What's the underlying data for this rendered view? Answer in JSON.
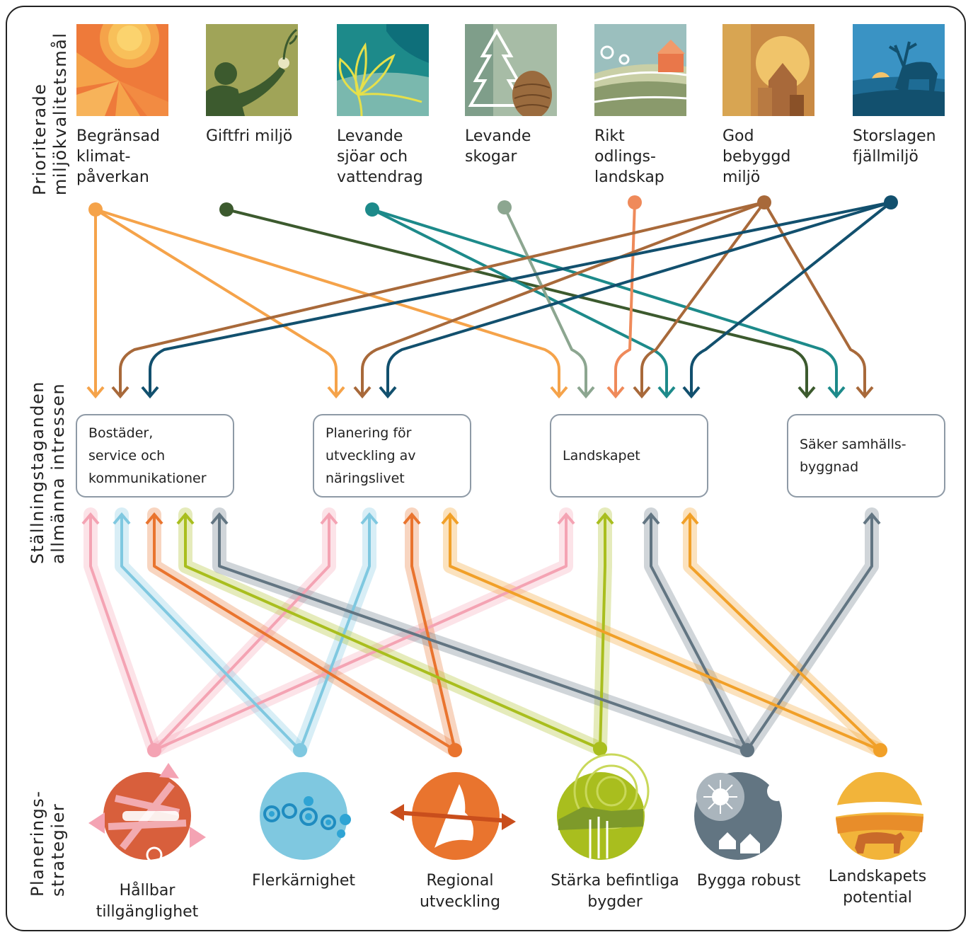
{
  "row_labels": {
    "goals": "Prioriterade\nmiljökvalitetsmål",
    "interests": "Ställningstaganden\nallmänna intressen",
    "strategies": "Planerings-\nstrategier"
  },
  "goals": [
    {
      "id": "klimat",
      "label": "Begränsad\nklimat-\npåverkan",
      "color": "#f5a34a",
      "icon": "sun-icon"
    },
    {
      "id": "giftfri",
      "label": "Giftfri miljö",
      "color": "#3c5a2e",
      "icon": "person-with-plant-icon"
    },
    {
      "id": "vatten",
      "label": "Levande\nsjöar och\nvattendrag",
      "color": "#1d8a8a",
      "icon": "water-lily-icon"
    },
    {
      "id": "skogar",
      "label": "Levande\nskogar",
      "color": "#8ca690",
      "icon": "spruce-cone-icon"
    },
    {
      "id": "odling",
      "label": "Rikt\nodlings-\nlandskap",
      "color": "#ef8a5a",
      "icon": "farm-landscape-icon"
    },
    {
      "id": "bebyggd",
      "label": "God\nbebyggd\nmiljö",
      "color": "#a8693a",
      "icon": "buildings-icon"
    },
    {
      "id": "fjall",
      "label": "Storslagen\nfjällmiljö",
      "color": "#12506e",
      "icon": "reindeer-icon"
    }
  ],
  "interests": [
    {
      "id": "bostader",
      "label": "Bostäder,\nservice och\nkommunikationer"
    },
    {
      "id": "naringsliv",
      "label": "Planering för\nutveckling av\nnäringslivet"
    },
    {
      "id": "landskapet",
      "label": "Landskapet"
    },
    {
      "id": "saker",
      "label": "Säker samhälls-\nbyggnad"
    }
  ],
  "strategies": [
    {
      "id": "hallbar",
      "label": "Hållbar\ntillgänglighet",
      "color": "#f4a3b3",
      "icon": "transport-arrows-icon"
    },
    {
      "id": "flerkarnighet",
      "label": "Flerkärnighet",
      "color": "#7fc8e0",
      "icon": "circles-network-icon"
    },
    {
      "id": "regional",
      "label": "Regional\nutveckling",
      "color": "#e9742e",
      "icon": "region-map-icon"
    },
    {
      "id": "starka",
      "label": "Stärka befintliga\nbygder",
      "color": "#a9be1e",
      "icon": "fields-wheat-icon"
    },
    {
      "id": "robust",
      "label": "Bygga robust",
      "color": "#627582",
      "icon": "robust-houses-icon"
    },
    {
      "id": "landskapets",
      "label": "Landskapets\npotential",
      "color": "#f1a028",
      "icon": "cow-landscape-icon"
    }
  ],
  "goal_links": [
    [
      "klimat",
      "bostader"
    ],
    [
      "klimat",
      "naringsliv"
    ],
    [
      "klimat",
      "landskapet"
    ],
    [
      "giftfri",
      "saker"
    ],
    [
      "vatten",
      "landskapet"
    ],
    [
      "vatten",
      "saker"
    ],
    [
      "skogar",
      "landskapet"
    ],
    [
      "odling",
      "landskapet"
    ],
    [
      "bebyggd",
      "bostader"
    ],
    [
      "bebyggd",
      "naringsliv"
    ],
    [
      "bebyggd",
      "landskapet"
    ],
    [
      "bebyggd",
      "saker"
    ],
    [
      "fjall",
      "bostader"
    ],
    [
      "fjall",
      "naringsliv"
    ],
    [
      "fjall",
      "landskapet"
    ]
  ],
  "strategy_links": [
    [
      "hallbar",
      "bostader"
    ],
    [
      "hallbar",
      "naringsliv"
    ],
    [
      "hallbar",
      "landskapet"
    ],
    [
      "flerkarnighet",
      "bostader"
    ],
    [
      "flerkarnighet",
      "naringsliv"
    ],
    [
      "regional",
      "bostader"
    ],
    [
      "regional",
      "naringsliv"
    ],
    [
      "starka",
      "bostader"
    ],
    [
      "starka",
      "landskapet"
    ],
    [
      "robust",
      "bostader"
    ],
    [
      "robust",
      "landskapet"
    ],
    [
      "robust",
      "saker"
    ],
    [
      "landskapets",
      "naringsliv"
    ],
    [
      "landskapets",
      "landskapet"
    ]
  ]
}
